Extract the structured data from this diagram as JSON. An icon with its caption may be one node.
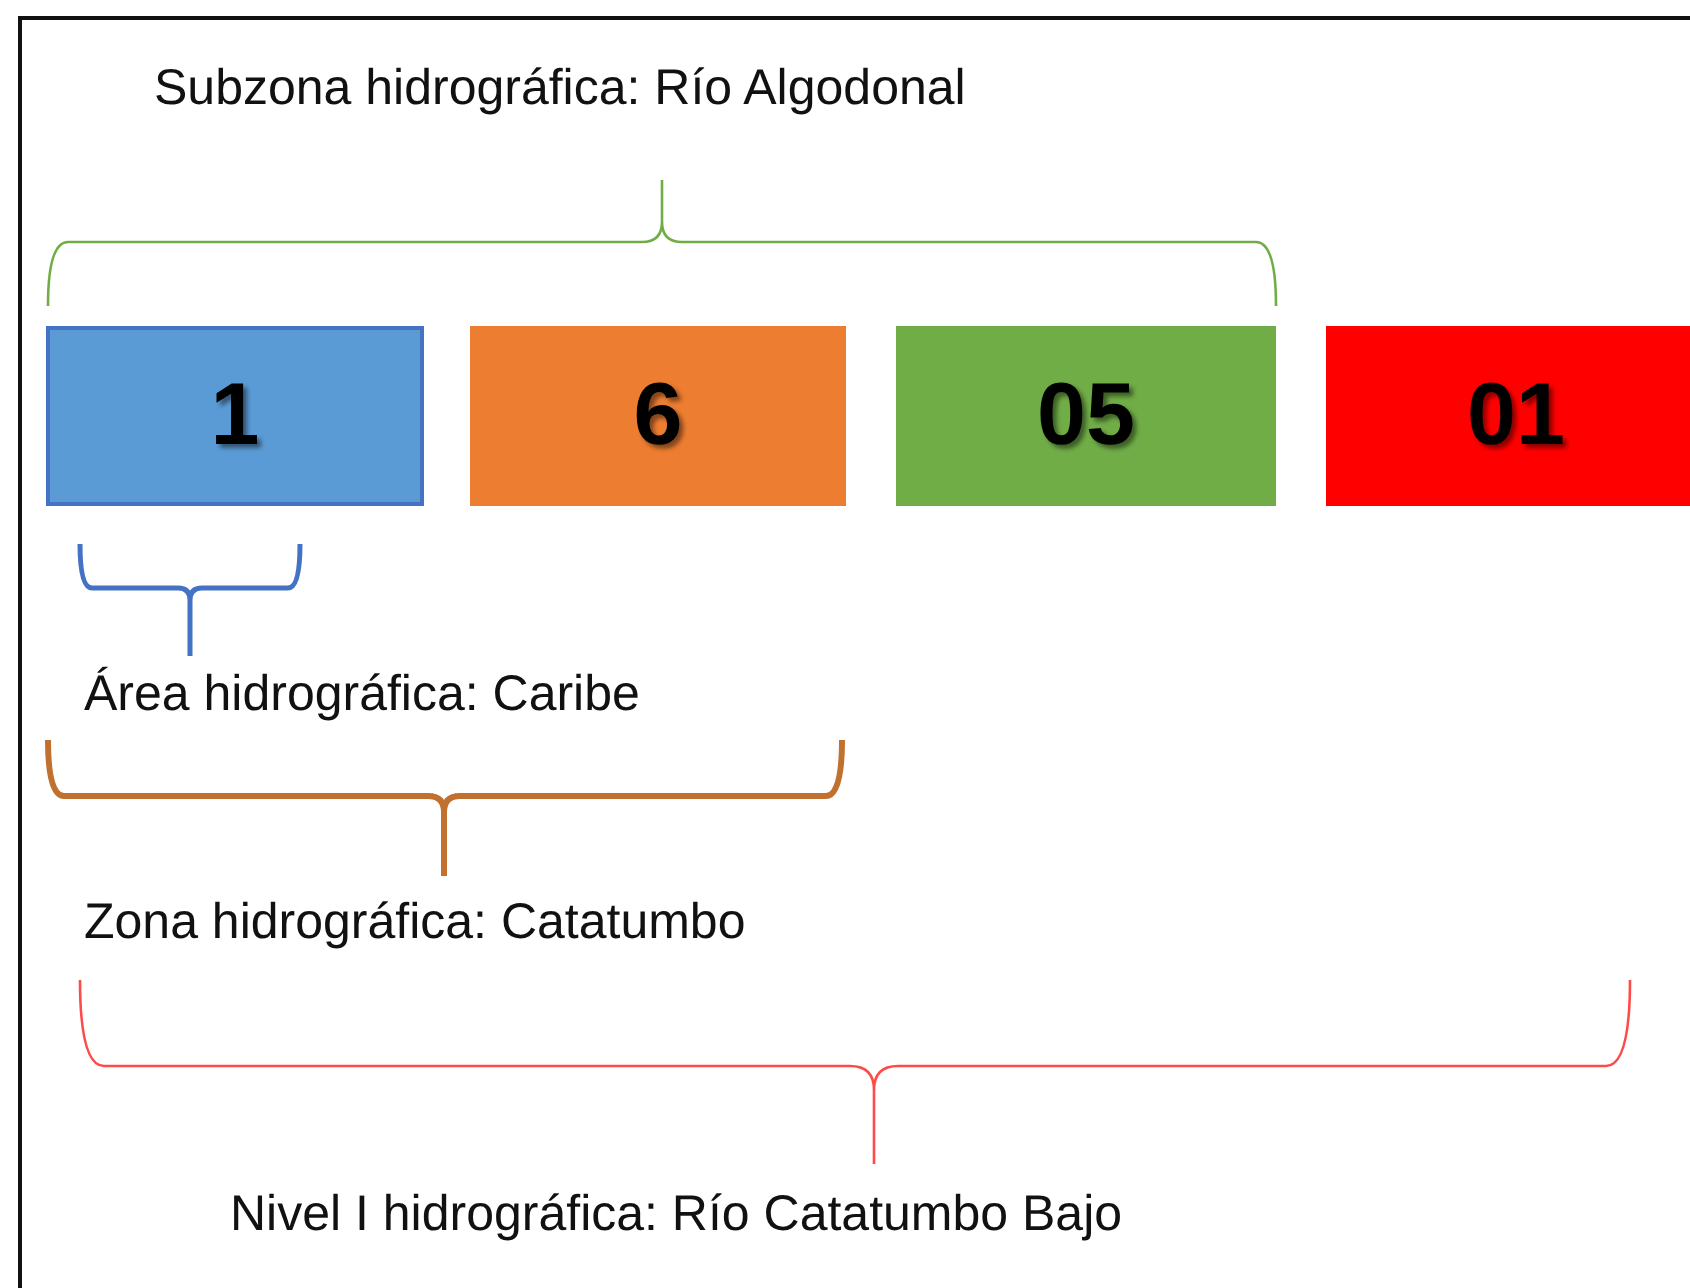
{
  "diagram": {
    "nodes": [
      {
        "text": [
          "1"
        ]
      },
      {
        "text": [
          "6"
        ]
      },
      {
        "text": [
          "05"
        ]
      },
      {
        "text": [
          "01"
        ]
      }
    ],
    "labels": [
      "Subzona hidrográfica: Río Algodonal",
      "Área hidrográfica: Caribe",
      "Zona hidrográfica: Catatumbo",
      "Nivel I hidrográfica: Río Catatumbo Bajo"
    ]
  }
}
